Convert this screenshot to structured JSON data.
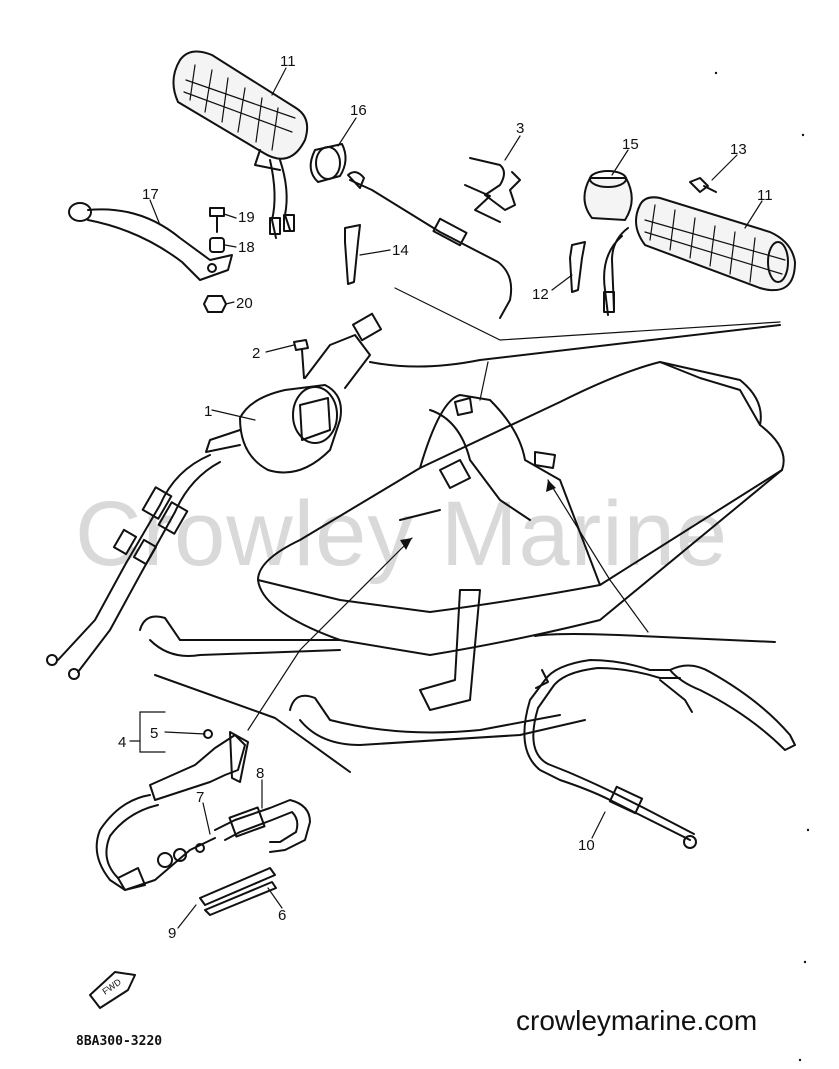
{
  "watermark": "Crowley Marine",
  "site_label": "crowleymarine.com",
  "part_code": "8BA300-3220",
  "front_badge": "FWD",
  "callouts": [
    {
      "id": "11a",
      "text": "11"
    },
    {
      "id": "16",
      "text": "16"
    },
    {
      "id": "3",
      "text": "3"
    },
    {
      "id": "15",
      "text": "15"
    },
    {
      "id": "13",
      "text": "13"
    },
    {
      "id": "11b",
      "text": "11"
    },
    {
      "id": "17",
      "text": "17"
    },
    {
      "id": "19",
      "text": "19"
    },
    {
      "id": "18",
      "text": "18"
    },
    {
      "id": "14",
      "text": "14"
    },
    {
      "id": "12",
      "text": "12"
    },
    {
      "id": "20",
      "text": "20"
    },
    {
      "id": "2",
      "text": "2"
    },
    {
      "id": "1",
      "text": "1"
    },
    {
      "id": "4",
      "text": "4"
    },
    {
      "id": "5",
      "text": "5"
    },
    {
      "id": "8",
      "text": "8"
    },
    {
      "id": "7",
      "text": "7"
    },
    {
      "id": "10",
      "text": "10"
    },
    {
      "id": "9",
      "text": "9"
    },
    {
      "id": "6",
      "text": "6"
    }
  ]
}
